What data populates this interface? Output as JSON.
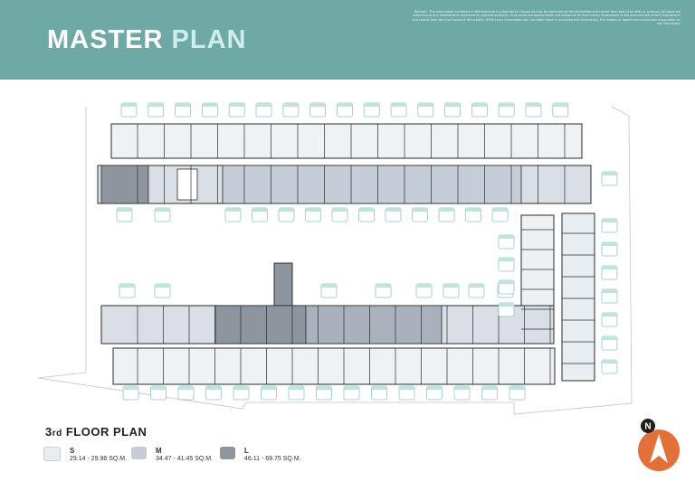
{
  "header": {
    "title_part1": "MASTER",
    "title_part2": "PLAN",
    "disclaimer": "Remark : The information contained in this brochure is subjected to change as may be approved by the authorities and cannot form part of an offer or contract. All plans are subjected to any amendments approved by relevant authority. Floor areas are approximate and measured at final survey. Illustrations in this brochure are artist's impressions and cannot form the final layout of the project. While every reasonable care has been taken in providing this information, the makers or agents cannot be held responsible for any inaccuracy."
  },
  "plan": {
    "floor_label_main": "3",
    "floor_label_suffix": "rd",
    "floor_label_rest": " FLOOR PLAN"
  },
  "legend": [
    {
      "key": "S",
      "range": "29.14 - 29.96 SQ.M.",
      "color": "#e8edf2"
    },
    {
      "key": "M",
      "range": "34.47 - 41.45 SQ.M.",
      "color": "#c5ced8"
    },
    {
      "key": "L",
      "range": "46.11 - 69.75 SQ.M.",
      "color": "#8d969f"
    }
  ],
  "compass": {
    "label": "N",
    "color": "#e2703a"
  },
  "colors": {
    "header": "#6ea9a6",
    "tag_border": "#8fc5c0",
    "unit_s": "#e8edf2",
    "unit_m": "#c5ced8",
    "unit_l": "#8d969f"
  }
}
